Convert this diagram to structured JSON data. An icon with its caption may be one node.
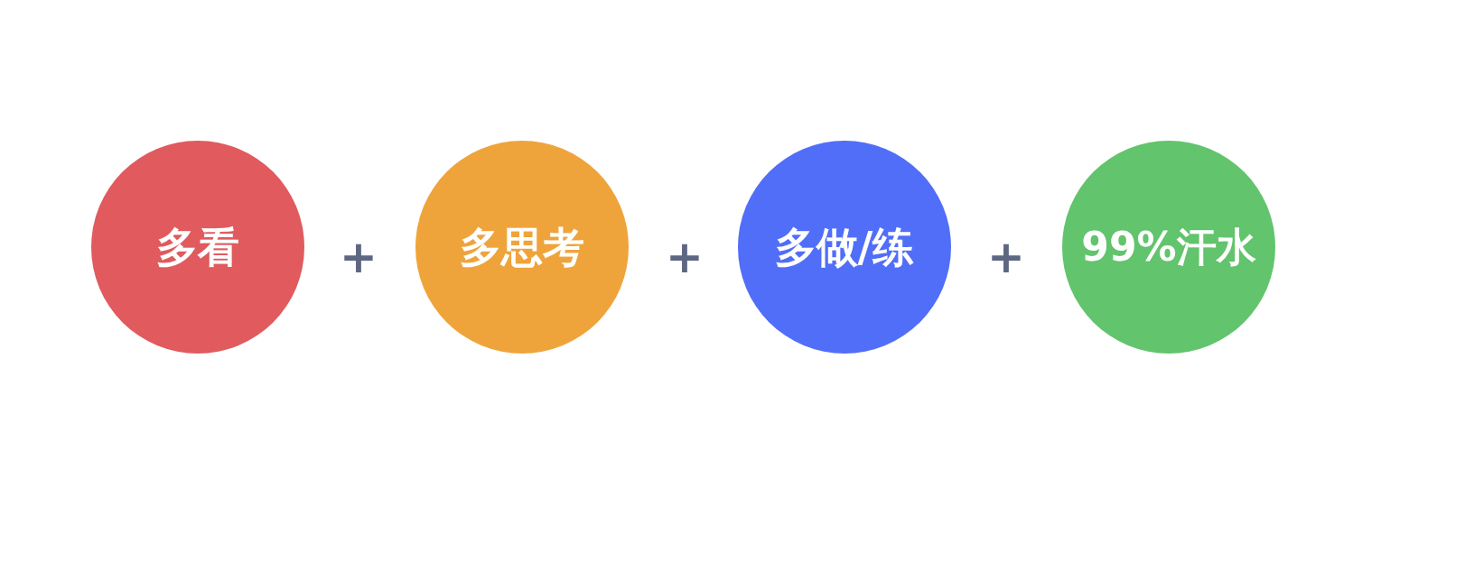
{
  "diagram": {
    "nodes": [
      {
        "text": [
          "多看"
        ]
      },
      {
        "text": [
          "多思考"
        ]
      },
      {
        "text": [
          "多做/练"
        ]
      },
      {
        "text": [
          "99%汗水"
        ]
      }
    ],
    "labels": [
      "+",
      "+",
      "+"
    ]
  }
}
